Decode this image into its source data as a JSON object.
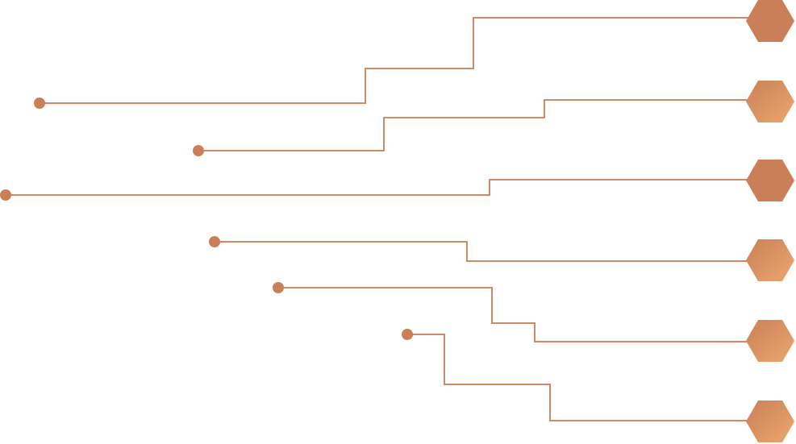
{
  "diagram": {
    "type": "connector-lines",
    "connector_count": 6,
    "colors": {
      "line": "#D08A63",
      "dot": "#C98058",
      "hex_solid": "#C98058",
      "hex_gradient_start": "#C98058",
      "hex_gradient_end": "#EBA76E"
    },
    "hexagon_fills": [
      "solid",
      "gradient",
      "solid",
      "gradient",
      "gradient",
      "gradient"
    ]
  }
}
